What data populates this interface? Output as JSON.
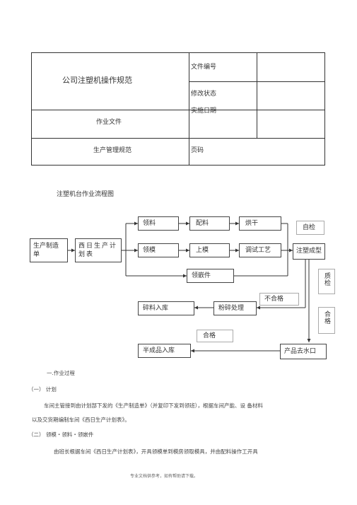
{
  "header": {
    "title": "公司注塑机操作规范",
    "file_no_label": "文件编号",
    "revision_label": "修改状态",
    "effective_date_label": "实施日期",
    "doc_type": "作业文件",
    "regulation": "生产管理规范",
    "page_label": "页码"
  },
  "flow": {
    "caption": "注塑机台作业流程图",
    "production_order": "生产制造单",
    "two_day_plan": "西日生产计划表",
    "get_material": "领料",
    "mixing": "配料",
    "drying": "烘干",
    "self_check": "自检",
    "get_mold": "领模",
    "mount_mold": "上模",
    "debug": "调试工艺",
    "molding": "注塑成型",
    "get_insert": "领嵌件",
    "qc": "质检",
    "fail": "不合格",
    "pass_v": "合格",
    "scrap_store": "碎料入库",
    "crush": "粉碎处理",
    "pass_h": "合格",
    "semi_store": "半成品入库",
    "degate": "产品去水口"
  },
  "body": {
    "heading1": "一.作业过程",
    "sub1": "（一） 计划",
    "para1_line1": "车间主管接到由计划部下发的《生产制造单》（并复印下发到领班），根据车间产能、设 备材料",
    "para1_line2": "以及交货期编制车间《西日生产计划表》。",
    "sub2": "（二） 领模・领料・领嵌件",
    "para2_line1": "由班长根据车间《西日生产计划表》，开具领模单到模房领取模具，并由配料操作工开具"
  },
  "footer": {
    "note": "专业文档供参考，如有帮助请下载。"
  }
}
